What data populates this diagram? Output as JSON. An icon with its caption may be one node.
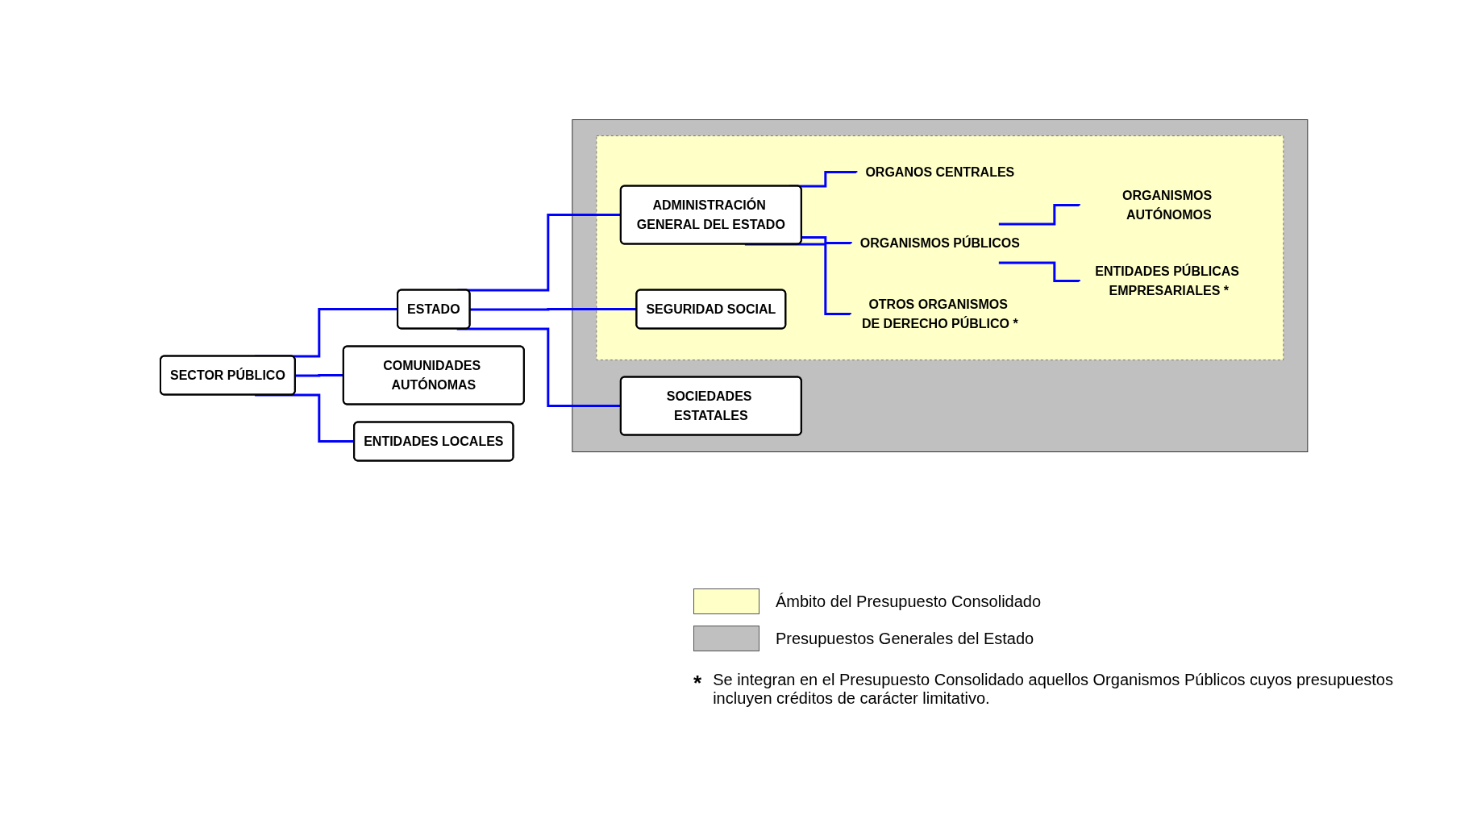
{
  "diagram": {
    "nodes": [
      {
        "text": [
          "SECTOR PÚBLICO"
        ]
      },
      {
        "text": [
          "ESTADO"
        ]
      },
      {
        "text": [],
        "shape": "box"
      },
      {
        "text": [],
        "shape": "box",
        "in": 2
      },
      {
        "text": [
          "ADMINISTRACIÓN GENERAL DEL ESTADO"
        ],
        "in": 3
      },
      {
        "text": [
          "ORGANOS CENTRALES"
        ],
        "in": 3
      },
      {
        "text": [
          "ORGANISMOS PÚBLICOS"
        ],
        "in": 3
      },
      {
        "text": [
          "ORGANISMOS AUTÓNOMOS"
        ],
        "in": 3
      },
      {
        "text": [
          "ENTIDADES PÚBLICAS EMPRESARIALES"
        ],
        "in": 3,
        "beside": [
          "*"
        ]
      },
      {
        "text": [
          "OTROS ORGANISMOS DE DERECHO PÚBLICO"
        ],
        "in": 3,
        "beside": [
          "*"
        ]
      },
      {
        "text": [
          "SEGURIDAD SOCIAL"
        ],
        "in": 3
      },
      {
        "text": [
          "SOCIEDADES ESTATALES"
        ],
        "in": 2
      },
      {
        "text": [
          "COMUNIDADES AUTÓNOMAS"
        ]
      },
      {
        "text": [
          "ENTIDADES LOCALES"
        ]
      }
    ],
    "edges": [
      {
        "from": 0,
        "to": 1,
        "arrow": "none"
      },
      {
        "from": 0,
        "to": 12,
        "arrow": "none"
      },
      {
        "from": 0,
        "to": 13,
        "arrow": "none"
      },
      {
        "from": 1,
        "to": 4,
        "arrow": "none"
      },
      {
        "from": 1,
        "to": 10,
        "arrow": "none"
      },
      {
        "from": 1,
        "to": 11,
        "arrow": "none"
      },
      {
        "from": 4,
        "to": 5,
        "arrow": "none"
      },
      {
        "from": 4,
        "to": 6,
        "arrow": "none"
      },
      {
        "from": 4,
        "to": 9,
        "arrow": "none"
      },
      {
        "from": 6,
        "to": 7,
        "arrow": "none"
      },
      {
        "from": 6,
        "to": 8,
        "arrow": "none"
      }
    ],
    "labels": [
      "*",
      "Se integran en el Presupuesto Consolidado aquellos Organismos Públicos cuyos presupuestos incluyen créditos de carácter limitativo."
    ],
    "legend": [
      {
        "text": "Ámbito del Presupuesto Consolidado",
        "color": "#ffffc8"
      },
      {
        "text": "Presupuestos Generales del Estado",
        "color": "#c0c0c0"
      }
    ]
  }
}
